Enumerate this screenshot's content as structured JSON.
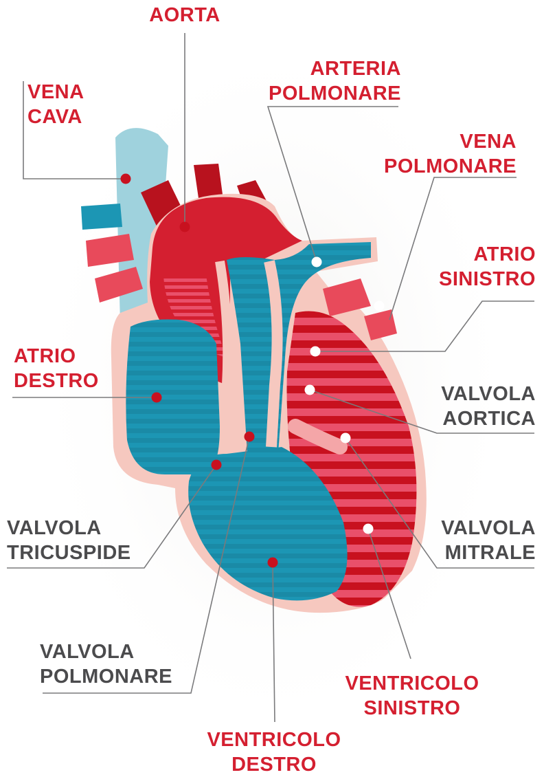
{
  "colors": {
    "label_red": "#d41f30",
    "label_grey": "#4b4b4d",
    "deoxygenated_blue": "#1c96b4",
    "oxygenated_red": "#d41f30",
    "wall_pink": "#f6c8bf",
    "vena_cava_lightblue": "#9fd2dd",
    "marker_red": "#c8111f",
    "marker_white": "#ffffff"
  },
  "labels": {
    "aorta": [
      "AORTA"
    ],
    "vena_cava": [
      "VENA",
      "CAVA"
    ],
    "arteria_polmonare": [
      "ARTERIA",
      "POLMONARE"
    ],
    "vena_polmonare": [
      "VENA",
      "POLMONARE"
    ],
    "atrio_sinistro": [
      "ATRIO",
      "SINISTRO"
    ],
    "atrio_destro": [
      "ATRIO",
      "DESTRO"
    ],
    "valvola_aortica": [
      "VALVOLA",
      "AORTICA"
    ],
    "valvola_tricuspide": [
      "VALVOLA",
      "TRICUSPIDE"
    ],
    "valvola_mitrale": [
      "VALVOLA",
      "MITRALE"
    ],
    "valvola_polmonare": [
      "VALVOLA",
      "POLMONARE"
    ],
    "ventricolo_sinistro": [
      "VENTRICOLO",
      "SINISTRO"
    ],
    "ventricolo_destro": [
      "VENTRICOLO",
      "DESTRO"
    ]
  }
}
